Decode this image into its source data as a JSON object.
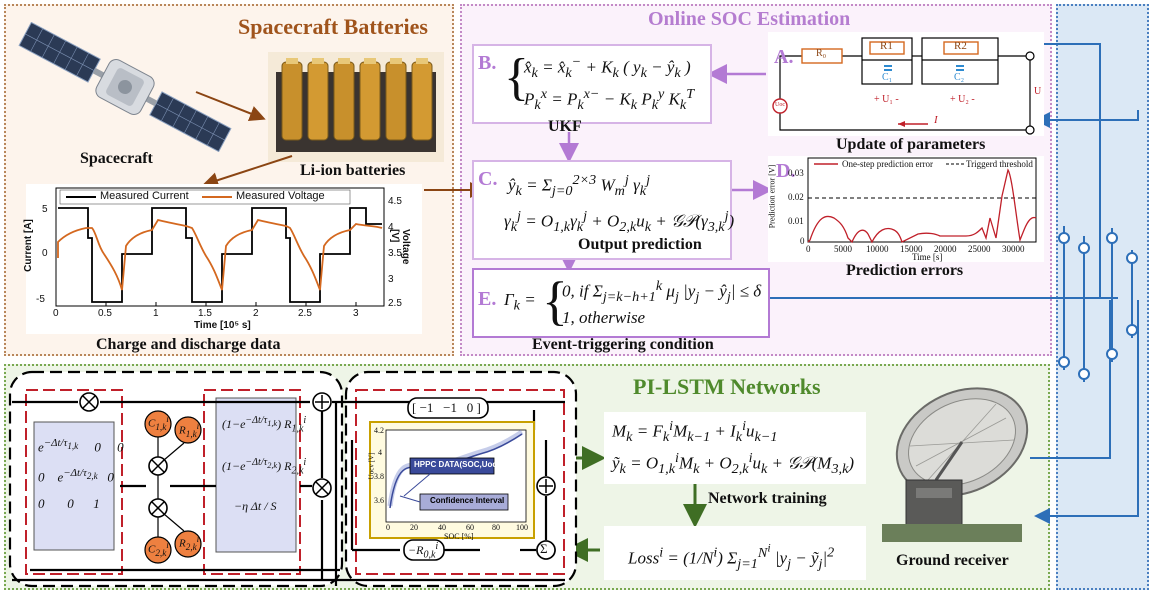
{
  "panels": {
    "batteries_title": "Spacecraft Batteries",
    "soc_title": "Online SOC Estimation",
    "pilstm_title": "PI-LSTM Networks"
  },
  "batteries": {
    "spacecraft_label": "Spacecraft",
    "li_ion_label": "Li-ion batteries",
    "data_caption": "Charge and discharge data",
    "legend_current": "Measured Current",
    "legend_voltage": "Measured Voltage",
    "y_left_label": "Current [A]",
    "y_right_label": "Voltage [V]",
    "x_label": "Time [10⁵ s]",
    "x_ticks": [
      "0",
      "0.5",
      "1",
      "1.5",
      "2",
      "2.5",
      "3"
    ],
    "y_left_ticks": [
      "5",
      "0",
      "-5"
    ],
    "y_right_ticks": [
      "4.5",
      "4",
      "3.5",
      "3",
      "2.5"
    ]
  },
  "soc": {
    "label_a": "A.",
    "label_b": "B.",
    "label_c": "C.",
    "label_d": "D.",
    "label_e": "E.",
    "ukf_label": "UKF",
    "output_prediction_label": "Output prediction",
    "update_params_label": "Update of parameters",
    "prediction_errors_label": "Prediction errors",
    "event_condition_label": "Event-triggering condition",
    "circuit_labels": {
      "r0": "R₀",
      "r1": "R1",
      "r2": "R2",
      "c1": "C₁",
      "c2": "C₂",
      "u1": "+ U₁ -",
      "u2": "+ U₂ -",
      "u": "U",
      "uoc": "Uoc",
      "i": "I"
    },
    "error_chart": {
      "legend_error": "One-step prediction error",
      "legend_threshold": "Triggerd threshold",
      "y_label": "Prediction error [V]",
      "x_label": "Time [s]",
      "x_ticks": [
        "0",
        "5000",
        "10000",
        "15000",
        "20000",
        "25000",
        "30000"
      ],
      "y_ticks": [
        "0.03",
        "0.02",
        "0.01",
        "0"
      ]
    }
  },
  "pilstm": {
    "network_training_label": "Network training",
    "ground_receiver_label": "Ground receiver",
    "hppc_label": "HPPC DATA(SOC,Uocv)",
    "confidence_label": "Confidence Interval",
    "inner_y_label": "Uocv [V]",
    "inner_x_label": "SOC [%]",
    "inner_x_ticks": [
      "0",
      "20",
      "40",
      "60",
      "80",
      "100"
    ],
    "inner_y_ticks": [
      "4.2",
      "4",
      "3.8",
      "3.6"
    ],
    "row_vector": "[ −1   −1   0 ]"
  },
  "colors": {
    "battery_panel_bg": "#fdf4ec",
    "battery_panel_border": "#b8865a",
    "battery_title": "#a0541c",
    "soc_panel_bg": "#fbf2fb",
    "soc_panel_border": "#c38ac6",
    "soc_title": "#b57dd0",
    "soc_accent": "#b37ad4",
    "pilstm_panel_bg": "#eef5e7",
    "pilstm_panel_border": "#78a850",
    "pilstm_title": "#4f8a2c",
    "green_arrow": "#3f6e24",
    "right_strip_bg": "#dbe8f5",
    "right_strip_border": "#4a7fc0",
    "blue_line": "#2d6fb8",
    "red_dash": "#c0202a",
    "brown_arrow": "#8b4513",
    "orange_voltage": "#d4681f",
    "node_fill": "#ee8040"
  }
}
